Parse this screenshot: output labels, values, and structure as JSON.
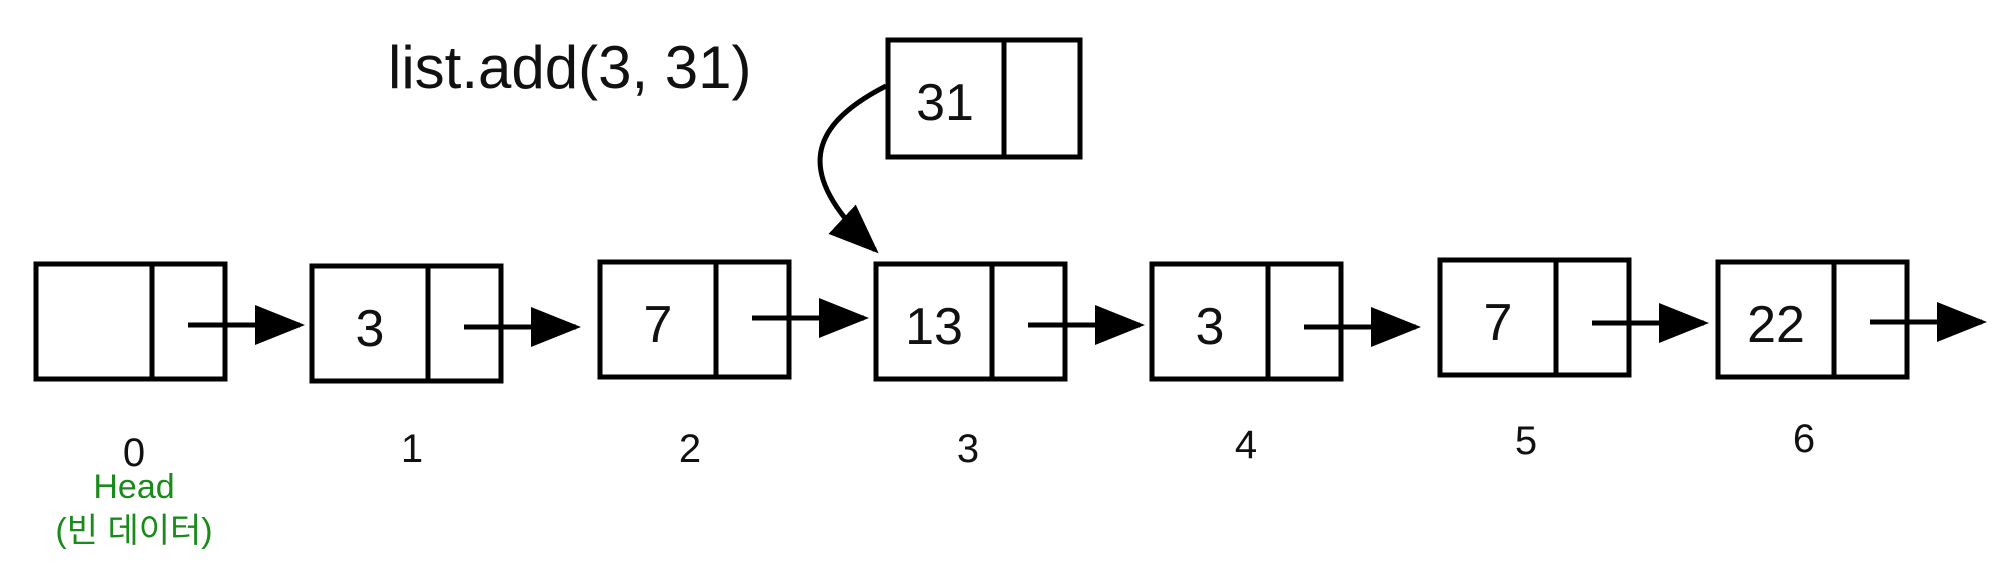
{
  "operation": "list.add(3, 31)",
  "new_node": {
    "value": "31"
  },
  "nodes": [
    {
      "value": "",
      "index": "0"
    },
    {
      "value": "3",
      "index": "1"
    },
    {
      "value": "7",
      "index": "2"
    },
    {
      "value": "13",
      "index": "3"
    },
    {
      "value": "3",
      "index": "4"
    },
    {
      "value": "7",
      "index": "5"
    },
    {
      "value": "22",
      "index": "6"
    }
  ],
  "head": {
    "label": "Head",
    "note": "(빈 데이터)"
  },
  "colors": {
    "stroke": "#000000",
    "head_label": "#1a8a1a"
  }
}
